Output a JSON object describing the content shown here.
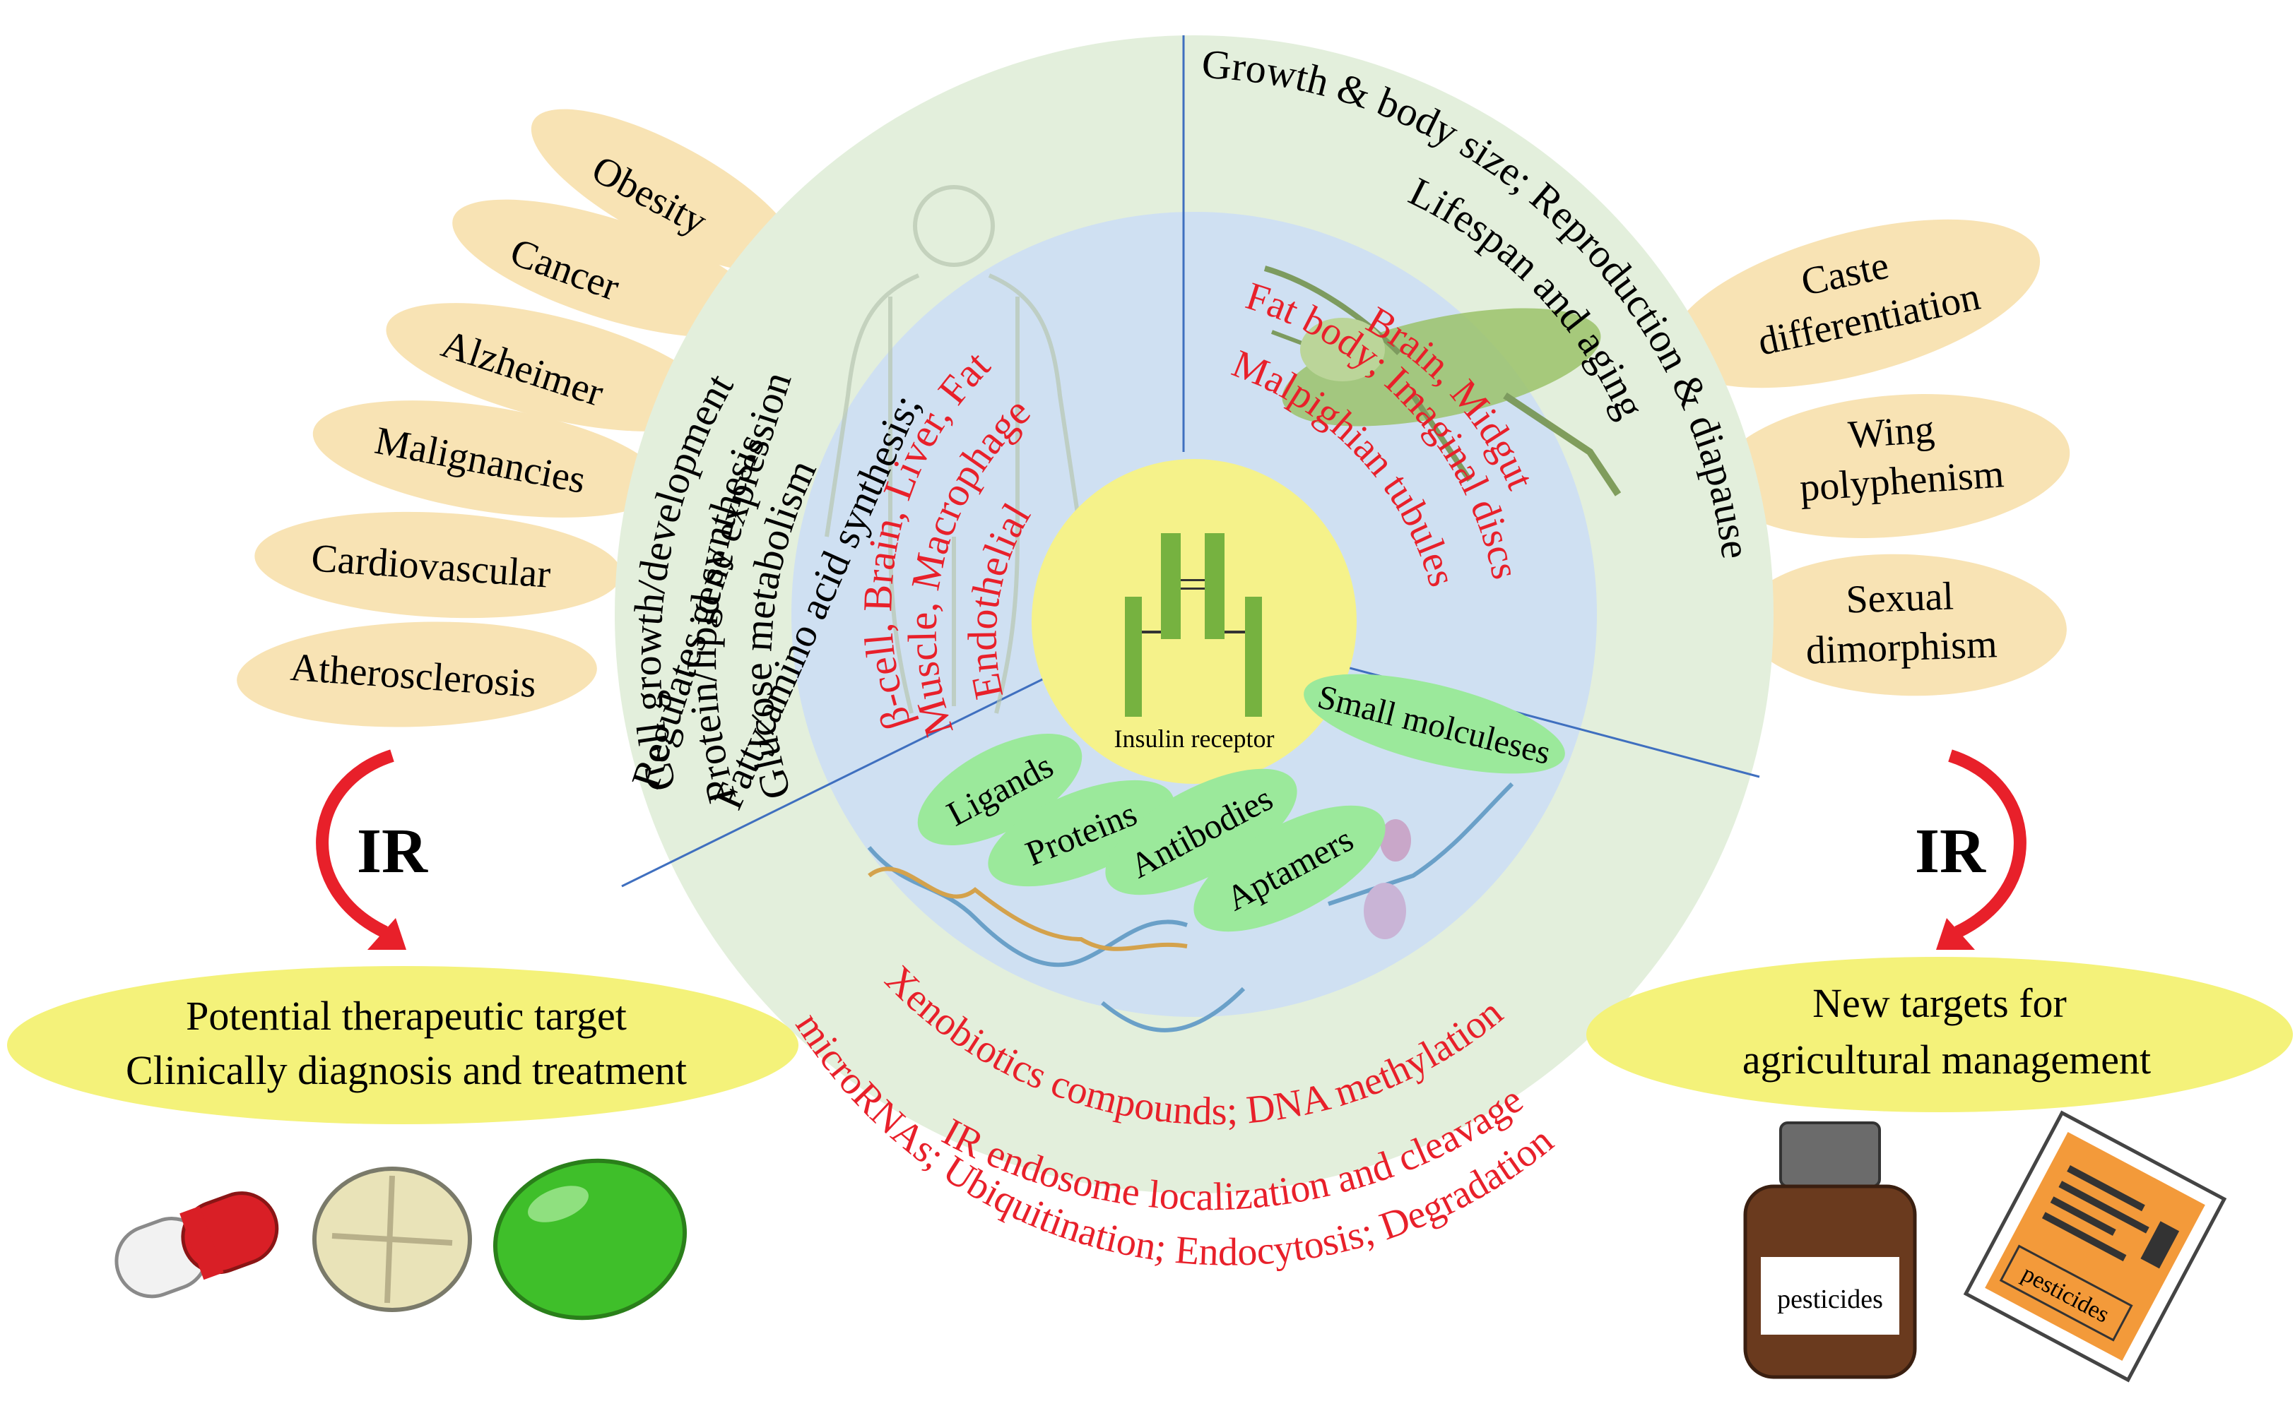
{
  "mammal": {
    "diseases": [
      "Obesity",
      "Cancer",
      "Alzheimer",
      "Malignancies",
      "Cardiovascular",
      "Atherosclerosis"
    ],
    "functions": [
      "Regulates gene expression",
      "Cell growth/development",
      "Fatty/amino acid synthesis;",
      "Protein/lipid synthesis",
      "Glucose metabolism"
    ],
    "tissues": [
      "β-cell, Brain, Liver, Fat",
      "Muscle, Macrophage",
      "Endothelial"
    ],
    "ir_label": "IR",
    "target": [
      "Potential therapeutic target",
      "Clinically  diagnosis  and  treatment"
    ]
  },
  "insect": {
    "functions": [
      "Growth & body size; Reproduction & diapause",
      "Lifespan and aging"
    ],
    "tissues": [
      "Brain, Midgut",
      "Fat body; Imaginal discs",
      "Malpighian tubules"
    ],
    "traits": [
      [
        "Caste",
        "differentiation"
      ],
      [
        "Wing",
        "polyphenism"
      ],
      [
        "Sexual",
        "dimorphism"
      ]
    ],
    "ir_label": "IR",
    "target": [
      "New targets for",
      "agricultural management"
    ],
    "pesticide_labels": [
      "pesticides",
      "pesticides"
    ]
  },
  "center": {
    "label": "Insulin  receptor"
  },
  "regulation": {
    "molecules": [
      "Ligands",
      "Proteins",
      "Antibodies",
      "Aptamers",
      "Small molculeses"
    ],
    "mechanisms": [
      "Xenobiotics compounds; DNA methylation",
      "microRNAs; Ubiquitination; Endocytosis; Degradation",
      "IR endosome localization and cleavage"
    ]
  },
  "colors": {
    "red_text": "#e8202a",
    "disc_outer": "#e3efdc",
    "disc_inner": "#cfe0f2",
    "center": "#f5f28a",
    "petal": "#f8e3b4",
    "ellipse": "#f4f27a",
    "pill_green": "#9be99b"
  }
}
